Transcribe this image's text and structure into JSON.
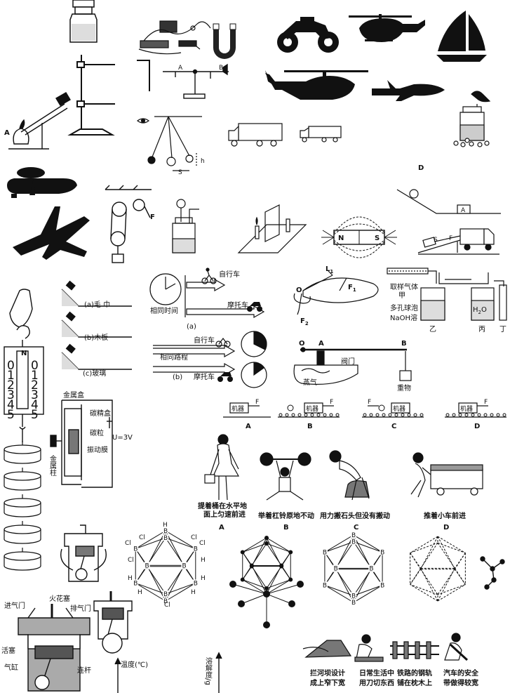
{
  "colors": {
    "ink": "#111111",
    "paper": "#ffffff",
    "gray": "#888888",
    "light": "#cccccc"
  },
  "top": {
    "label_d": "D",
    "label_a": "A"
  },
  "pulley": {
    "force": "F"
  },
  "magnet": {
    "north": "N",
    "south": "S"
  },
  "incline": {
    "block": "A",
    "s": "S",
    "f": "F"
  },
  "surfaces": {
    "towel": "(a)毛 巾",
    "wood": "(b)木板",
    "glass": "(c)玻璃"
  },
  "race": {
    "same_time": "相同时间",
    "same_distance": "相同路程",
    "bicycle": "自行车",
    "motorcycle": "摩托车",
    "fig_a": "(a)",
    "fig_b": "(b)"
  },
  "lever": {
    "l1": "L",
    "l1_sub": "1",
    "f1": "F",
    "f1_sub": "1",
    "f2": "F",
    "f2_sub": "2",
    "o": "O"
  },
  "gas": {
    "sample": "取样气体",
    "jia": "甲",
    "h2o": "H",
    "h2o_sub": "2",
    "h2o_o": "O",
    "porous": "多孔球泡",
    "naoh": "NaOH溶",
    "yi": "乙",
    "bing": "丙",
    "ding": "丁"
  },
  "valve": {
    "o": "O",
    "a": "A",
    "b": "B",
    "valve": "阀门",
    "steam": "蒸气",
    "weight": "重物"
  },
  "spring_scale": {
    "n": "N",
    "nums": [
      "0",
      "1",
      "2",
      "3",
      "4",
      "5"
    ]
  },
  "microphone": {
    "box": "金属盒",
    "carbon_film": "碳精盒",
    "carbon_grain": "碳粒",
    "diaphragm": "振动膜",
    "column": "金属柱",
    "voltage": "U=3V"
  },
  "machines": {
    "label": "机器",
    "f": "F",
    "options": [
      "A",
      "B",
      "C",
      "D"
    ]
  },
  "work": {
    "captions": [
      [
        "提着桶在水平地",
        "面上匀速前进"
      ],
      [
        "举着杠铃原地不动"
      ],
      [
        "用力搬石头但没有搬动"
      ],
      [
        "推着小车前进"
      ]
    ],
    "options": [
      "A",
      "B",
      "C",
      "D"
    ]
  },
  "boron": {
    "b": "B",
    "cl": "Cl",
    "h": "H"
  },
  "engine": {
    "intake": "进气门",
    "spark": "火花塞",
    "exhaust": "排气门",
    "piston": "活塞",
    "cylinder": "气缸",
    "rod": "连杆"
  },
  "graphs": {
    "temp_axis": "温度(℃)",
    "solubility_axis": "溶解度/g"
  },
  "pressure": {
    "captions": [
      [
        "拦河坝设计",
        "成上窄下宽"
      ],
      [
        "日常生活中",
        "用刀切东西"
      ],
      [
        "铁路的钢轨",
        "铺在枕木上"
      ],
      [
        "汽车的安全",
        "带做得较宽"
      ]
    ]
  }
}
